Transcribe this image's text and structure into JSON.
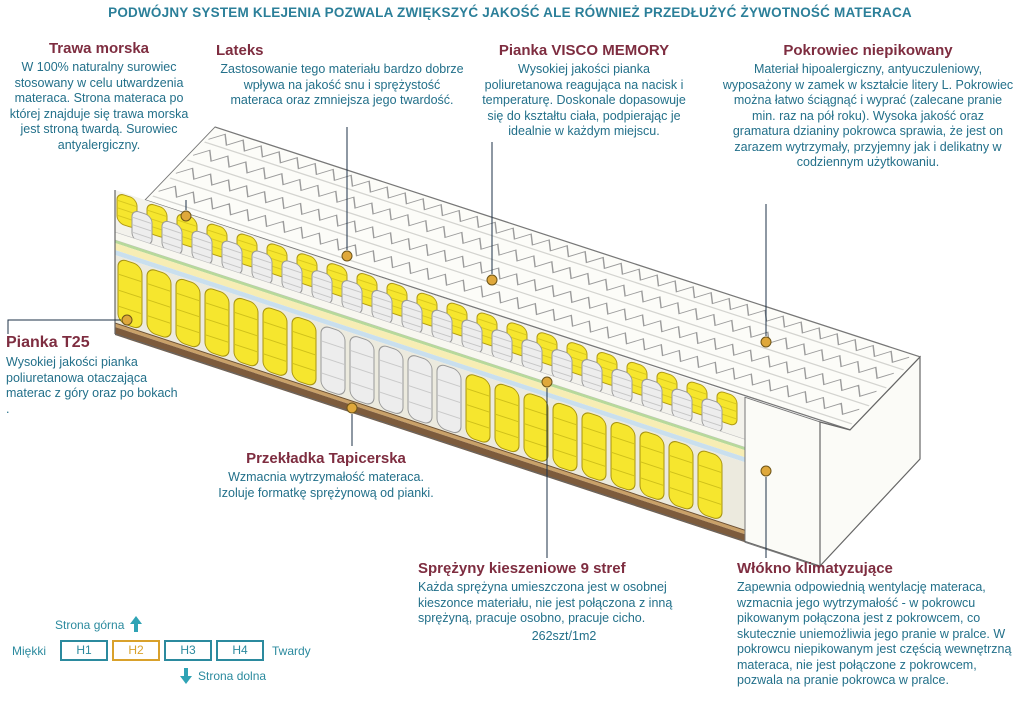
{
  "header": {
    "text": "PODWÓJNY SYSTEM KLEJENIA POZWALA ZWIĘKSZYĆ JAKOŚĆ ALE RÓWNIEŻ PRZEDŁUŻYĆ ŻYWOTNOŚĆ MATERACA"
  },
  "callouts": {
    "trawa": {
      "title": "Trawa morska",
      "body": "W 100% naturalny surowiec stosowany w celu utwardzenia materaca. Strona materaca po której znajduje się trawa morska jest stroną twardą. Surowiec antyalergiczny."
    },
    "lateks": {
      "title": "Lateks",
      "body": "Zastosowanie tego materiału bardzo dobrze wpływa na jakość snu i sprężystość materaca oraz zmniejsza jego twardość."
    },
    "visco": {
      "title": "Pianka VISCO MEMORY",
      "body": "Wysokiej jakości pianka poliuretanowa reagująca na nacisk i temperaturę. Doskonale dopasowuje się do kształtu ciała, podpierając je idealnie w każdym miejscu."
    },
    "pokrowiec": {
      "title": "Pokrowiec niepikowany",
      "body": "Materiał hipoalergiczny, antyuczuleniowy, wyposażony w zamek w kształcie litery L. Pokrowiec można łatwo ściągnąć i wyprać (zalecane pranie min. raz na pół roku). Wysoka jakość oraz gramatura dzianiny pokrowca sprawia, że jest on zarazem wytrzymały, przyjemny jak i delikatny w codziennym użytkowaniu."
    },
    "t25": {
      "title": "Pianka T25",
      "body": "Wysokiej jakości pianka poliuretanowa otaczająca materac z góry oraz po bokach ."
    },
    "przekladka": {
      "title": "Przekładka Tapicerska",
      "body": "Wzmacnia wytrzymałość materaca.\nIzoluje formatkę sprężynową od pianki."
    },
    "sprezyny": {
      "title": "Sprężyny kieszeniowe 9 stref",
      "body": "Każda sprężyna umieszczona jest w osobnej kieszonce materiału, nie jest połączona z inną sprężyną, pracuje osobno, pracuje cicho.",
      "count": "262szt/1m2"
    },
    "wlokno": {
      "title": "Włókno klimatyzujące",
      "body": "Zapewnia odpowiednią wentylację materaca, wzmacnia jego wytrzymałość - w pokrowcu pikowanym połączona jest z pokrowcem, co skutecznie uniemożliwia jego pranie w pralce. W pokrowcu niepikowanym jest częścią wewnętrzną materaca, nie jest połączone z pokrowcem, pozwala na pranie pokrowca w pralce."
    }
  },
  "scale": {
    "top_label": "Strona górna",
    "bottom_label": "Strona dolna",
    "soft_label": "Miękki",
    "hard_label": "Twardy",
    "segments": [
      "H1",
      "H2",
      "H3",
      "H4"
    ],
    "active_segment": "H2"
  },
  "colors": {
    "accent_teal": "#2b7f99",
    "accent_maroon": "#7e2d40",
    "accent_gold": "#dfa83b",
    "spring_yellow": "#f6e62e",
    "spring_white": "#ededed",
    "base_brown": "#7d5b3c",
    "callout_line": "#1c3147"
  }
}
